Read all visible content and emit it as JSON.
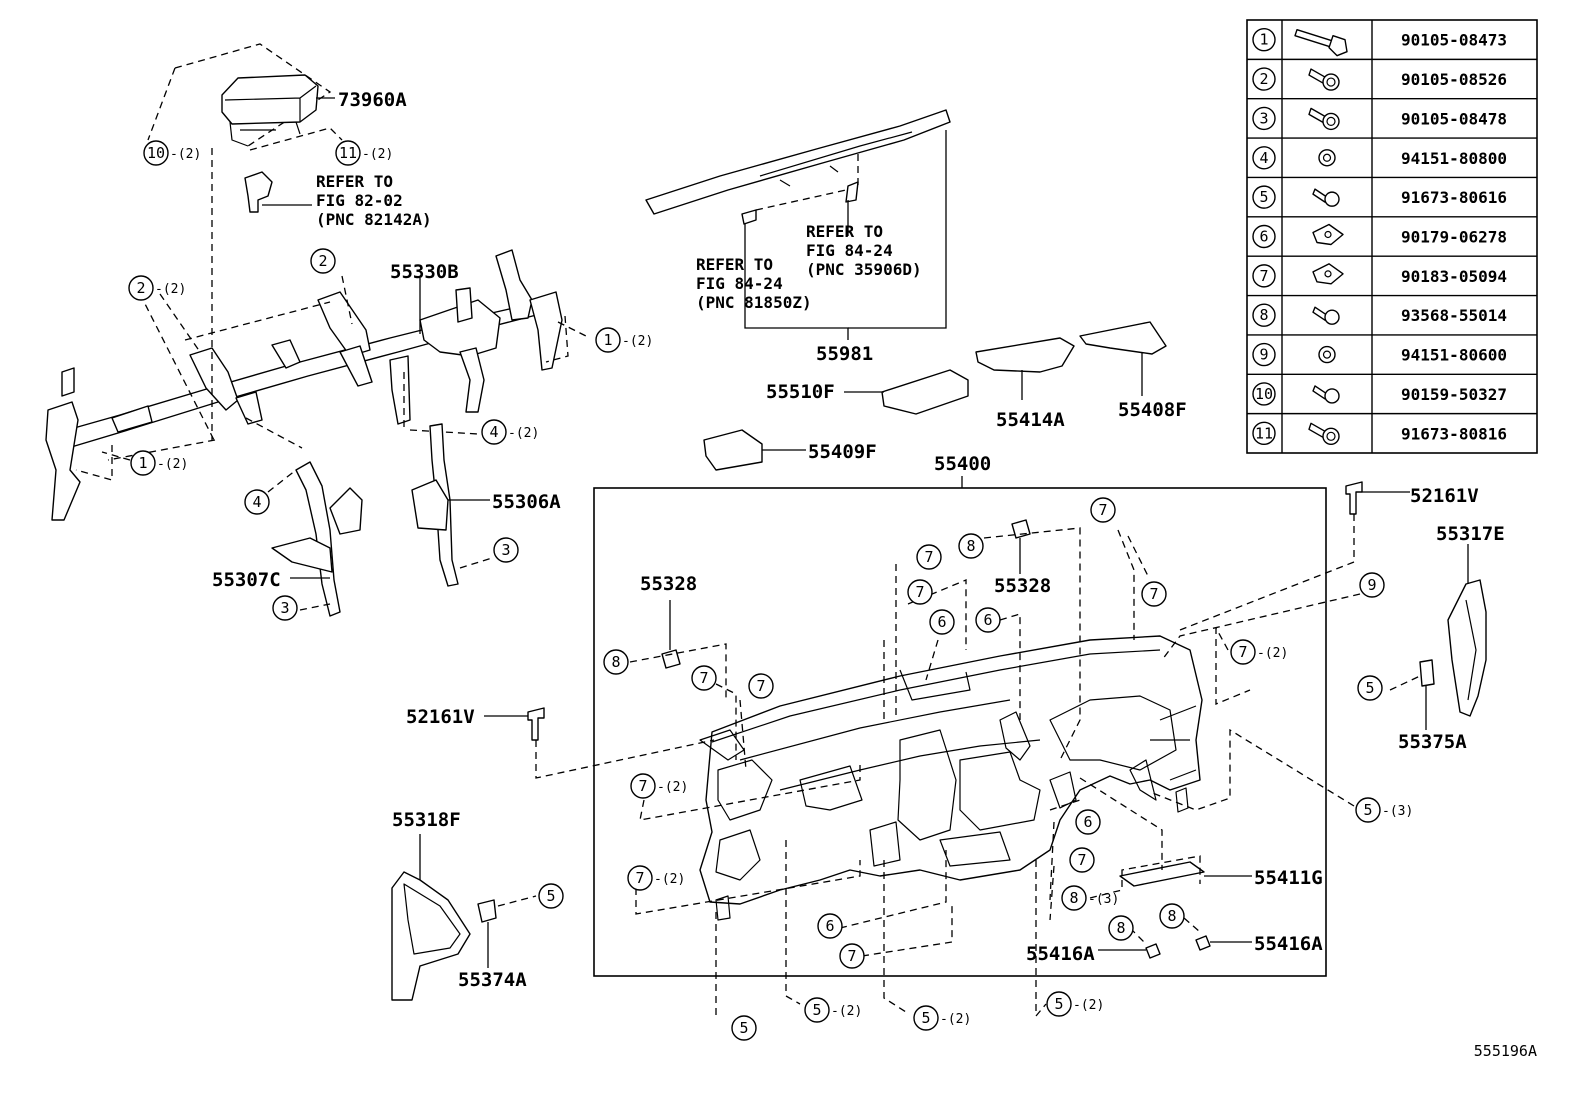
{
  "figure_id": "555196A",
  "part_labels": {
    "p73960A": "73960A",
    "p55330B": "55330B",
    "p55981": "55981",
    "p55510F": "55510F",
    "p55414A": "55414A",
    "p55408F": "55408F",
    "p55409F": "55409F",
    "p55306A": "55306A",
    "p55307C": "55307C",
    "p55400": "55400",
    "p52161V_a": "52161V",
    "p52161V_b": "52161V",
    "p55317E": "55317E",
    "p55328_a": "55328",
    "p55328_b": "55328",
    "p55375A": "55375A",
    "p55318F": "55318F",
    "p55374A": "55374A",
    "p55411G": "55411G",
    "p55416A_a": "55416A",
    "p55416A_b": "55416A"
  },
  "references": {
    "ref1": [
      "REFER TO",
      "FIG 82-02",
      "(PNC 82142A)"
    ],
    "ref2": [
      "REFER TO",
      "FIG 84-24",
      "(PNC 35906D)"
    ],
    "ref3": [
      "REFER TO",
      "FIG 84-24",
      "(PNC 81850Z)"
    ]
  },
  "qty": {
    "x2": "(2)",
    "x3": "(3)"
  },
  "fastener_table": [
    {
      "num": "1",
      "part": "90105-08473",
      "icon": "long-flange-bolt-icon"
    },
    {
      "num": "2",
      "part": "90105-08526",
      "icon": "flange-bolt-icon"
    },
    {
      "num": "3",
      "part": "90105-08478",
      "icon": "flange-bolt-icon"
    },
    {
      "num": "4",
      "part": "94151-80800",
      "icon": "flange-nut-icon"
    },
    {
      "num": "5",
      "part": "91673-80616",
      "icon": "screw-icon"
    },
    {
      "num": "6",
      "part": "90179-06278",
      "icon": "clip-nut-icon"
    },
    {
      "num": "7",
      "part": "90183-05094",
      "icon": "clip-nut-icon"
    },
    {
      "num": "8",
      "part": "93568-55014",
      "icon": "screw-icon"
    },
    {
      "num": "9",
      "part": "94151-80600",
      "icon": "flange-nut-icon"
    },
    {
      "num": "10",
      "part": "90159-50327",
      "icon": "screw-icon"
    },
    {
      "num": "11",
      "part": "91673-80816",
      "icon": "flange-bolt-icon"
    }
  ]
}
